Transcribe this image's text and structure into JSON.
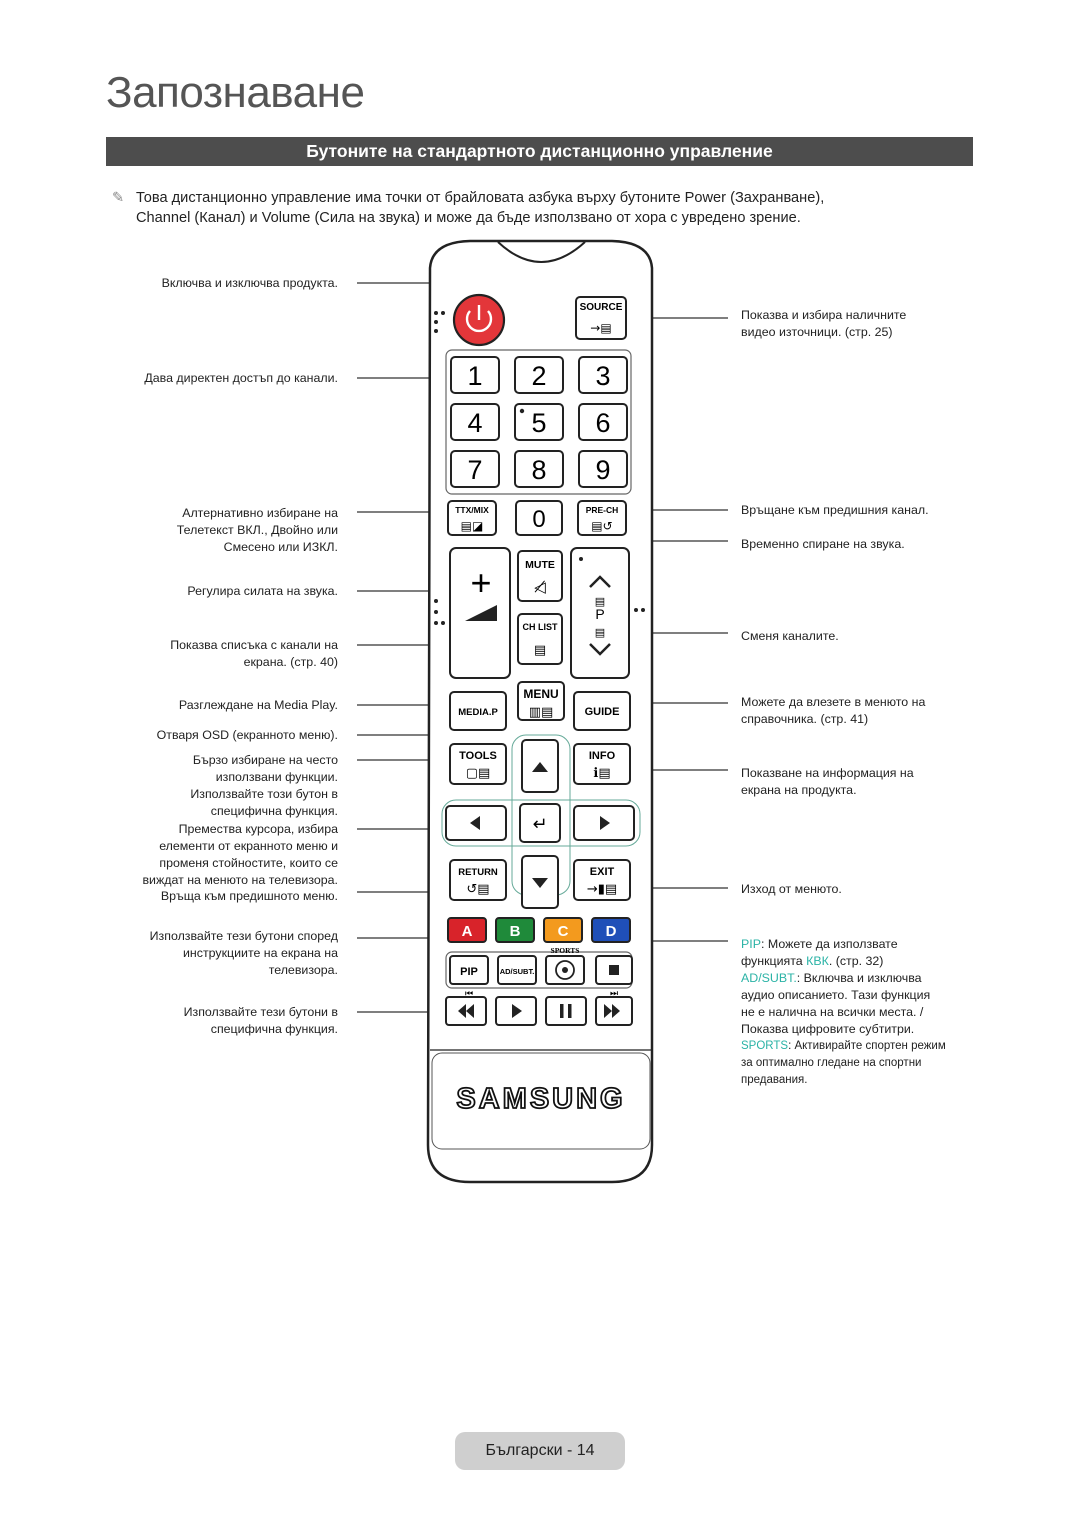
{
  "page_title": "Запознаване",
  "section_title": "Бутоните на стандартното дистанционно управление",
  "note": {
    "icon": "pencil-note-icon",
    "line1": "Това дистанционно управление има точки от брайловата азбука върху бутоните Power (Захранване),",
    "line2": "Channel (Канал) и Volume (Сила на звука) и може да бъде използвано от хора с увредено зрение."
  },
  "callouts_left": {
    "power": "Включва и изключва продукта.",
    "numbers": "Дава директен достъп до канали.",
    "ttx_1": "Алтернативно избиране на",
    "ttx_2": "Телетекст ВКЛ., Двойно или",
    "ttx_3": "Смесено или ИЗКЛ.",
    "volume": "Регулира силата на звука.",
    "chlist_1": "Показва списъка с канали на",
    "chlist_2": "екрана. (стр. 40)",
    "media": "Разглеждане на Media Play.",
    "menu": "Отваря OSD (екранното меню).",
    "tools_1": "Бързо избиране на често",
    "tools_2": "използвани функции.",
    "tools_3": "Използвайте този бутон в",
    "tools_4": "специфична функция.",
    "nav_1": "Премества курсора, избира",
    "nav_2": "елементи от екранното меню и",
    "nav_3": "променя стойностите, които се",
    "nav_4": "виждат на менюто на телевизора.",
    "return": "Връща към предишното меню.",
    "color_1": "Използвайте тези бутони според",
    "color_2": "инструкциите на екрана на",
    "color_3": "телевизора.",
    "playback_1": "Използвайте тези бутони в",
    "playback_2": "специфична функция."
  },
  "callouts_right": {
    "source_1": "Показва и избира наличните",
    "source_2": "видео източници. (стр. 25)",
    "prech": "Връщане към предишния канал.",
    "mute": "Временно спиране на звука.",
    "channel": "Сменя каналите.",
    "guide_1": "Можете да влезете в менюто на",
    "guide_2": "справочника. (стр. 41)",
    "info_1": "Показване на информация на",
    "info_2": "екрана на продукта.",
    "exit": "Изход от менюто.",
    "pip_label": "PIP",
    "pip_text": ": Можете да използвате",
    "pip_line2_a": "функцията ",
    "pip_kbk": "КВК",
    "pip_line2_b": ". (стр. 32)",
    "adsubt_label": "AD/SUBT.",
    "adsubt_1": ": Включва и изключва",
    "adsubt_2": "аудио описанието. Тази функция",
    "adsubt_3": "не е налична на всички места. /",
    "adsubt_4": "Показва цифровите субтитри.",
    "sports_label": "SPORTS",
    "sports_1": ": Активирайте спортен режим",
    "sports_2": "за оптимално гледане на спортни",
    "sports_3": "предавания."
  },
  "remote": {
    "source": "SOURCE",
    "digits": [
      "1",
      "2",
      "3",
      "4",
      "5",
      "6",
      "7",
      "8",
      "9"
    ],
    "zero": "0",
    "ttx": "TTX/MIX",
    "prech": "PRE-CH",
    "mute": "MUTE",
    "chlist": "CH LIST",
    "p": "P",
    "vol_plus": "+",
    "media": "MEDIA.P",
    "menu": "MENU",
    "guide": "GUIDE",
    "tools": "TOOLS",
    "info": "INFO",
    "return": "RETURN",
    "exit": "EXIT",
    "colors": [
      {
        "label": "A",
        "color": "#d8232a"
      },
      {
        "label": "B",
        "color": "#1f8a3a"
      },
      {
        "label": "C",
        "color": "#f39a1e"
      },
      {
        "label": "D",
        "color": "#1f4fb8"
      }
    ],
    "pip": "PIP",
    "adsubt": "AD/SUBT.",
    "sports": "SPORTS",
    "brand": "SAMSUNG"
  },
  "footer": "Български - 14"
}
